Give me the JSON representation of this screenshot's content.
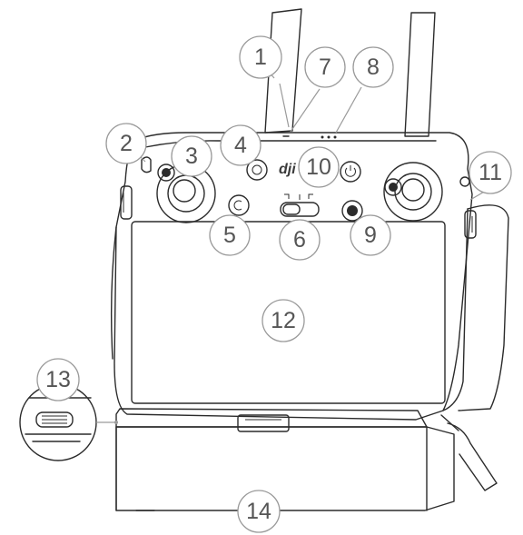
{
  "callouts": {
    "c1": "1",
    "c2": "2",
    "c3": "3",
    "c4": "4",
    "c5": "5",
    "c6": "6",
    "c7": "7",
    "c8": "8",
    "c9": "9",
    "c10": "10",
    "c11": "11",
    "c12": "12",
    "c13": "13",
    "c14": "14"
  },
  "brand_logo": "dji",
  "icons": {
    "rth_button": "return-home-icon",
    "custom_button": "c-icon",
    "power_button": "power-icon"
  }
}
